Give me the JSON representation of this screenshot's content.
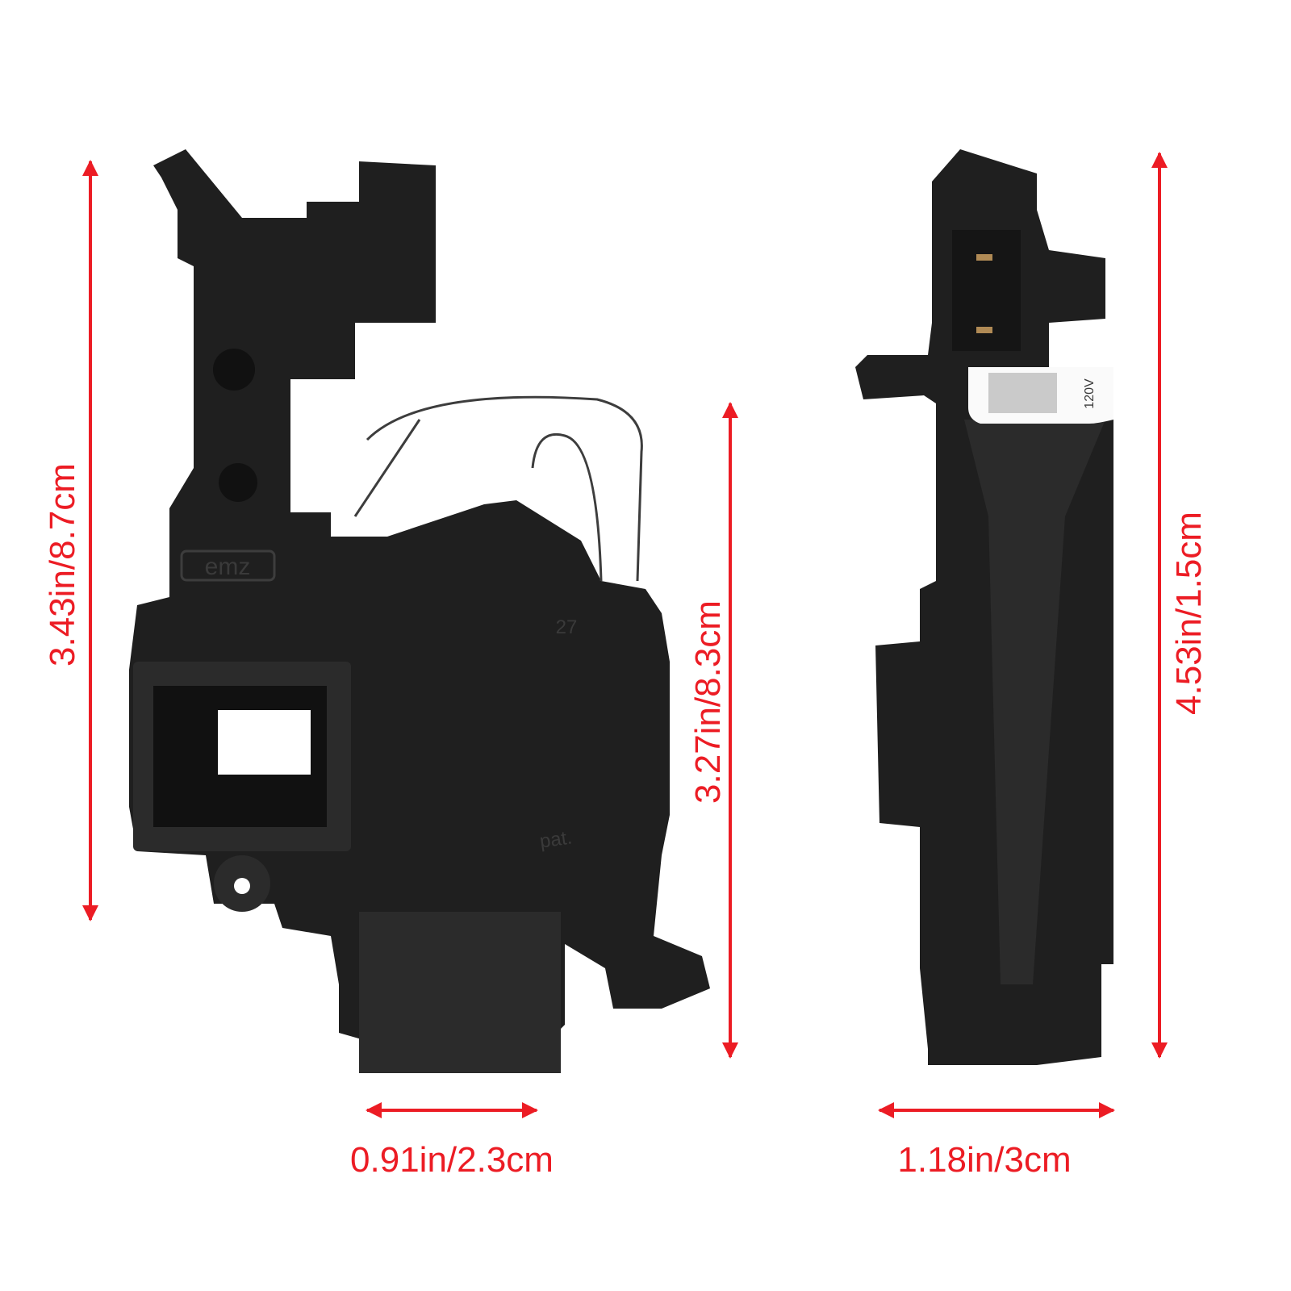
{
  "dimensions": {
    "left_height": "3.43in/8.7cm",
    "middle_height": "3.27in/8.3cm",
    "right_height": "4.53in/1.5cm",
    "left_width": "0.91in/2.3cm",
    "right_width": "1.18in/3cm"
  },
  "part_markings": {
    "brand": "emz",
    "number": "27",
    "patent": "pat.",
    "label_voltage": "120V"
  },
  "colors": {
    "arrow": "#ec1c24",
    "part": "#1f1f1f",
    "background": "#ffffff"
  }
}
